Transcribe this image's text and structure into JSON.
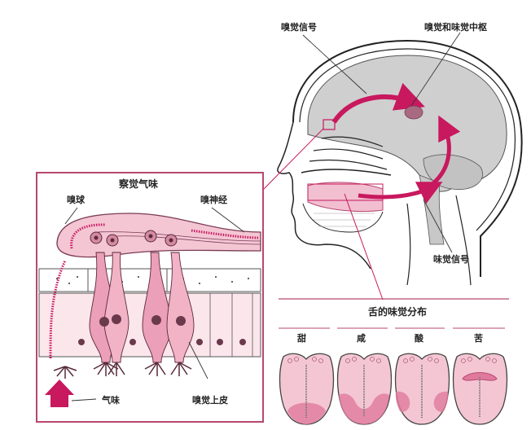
{
  "diagram": {
    "colors": {
      "accent": "#c8185e",
      "pink_light": "#f4c6d4",
      "pink_mid": "#e890ae",
      "brain_gray": "#cfcfcf",
      "line": "#222222",
      "box_border": "#b8476f"
    },
    "head": {
      "labels": {
        "olfactory_signal": "嗅觉信号",
        "smell_taste_center": "嗅觉和味觉中枢",
        "taste_signal": "味觉信号"
      }
    },
    "inset_smell": {
      "title": "察觉气味",
      "labels": {
        "olfactory_bulb": "嗅球",
        "olfactory_nerve": "嗅神经",
        "odor": "气味",
        "olfactory_epithelium": "嗅觉上皮"
      }
    },
    "tongue_map": {
      "title": "舌的味觉分布",
      "tongues": [
        {
          "label": "甜",
          "region": "tip"
        },
        {
          "label": "咸",
          "region": "front-sides"
        },
        {
          "label": "酸",
          "region": "sides"
        },
        {
          "label": "苦",
          "region": "back"
        }
      ]
    }
  }
}
